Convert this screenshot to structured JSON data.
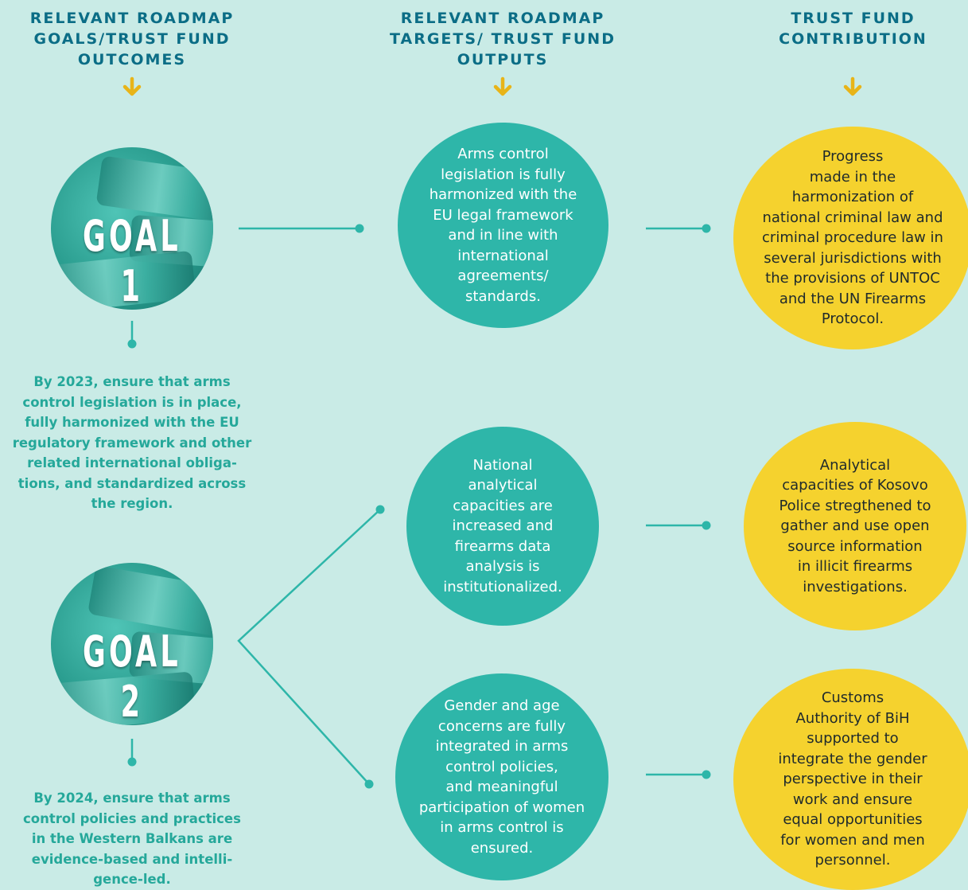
{
  "headers": {
    "col1": "RELEVANT ROADMAP\nGOALS/TRUST FUND\nOUTCOMES",
    "col2": "RELEVANT ROADMAP\nTARGETS/ TRUST FUND\nOUTPUTS",
    "col3": "TRUST FUND\nCONTRIBUTION"
  },
  "goals": [
    {
      "label": "GOAL 1",
      "text": "By 2023, ensure that arms\ncontrol legislation is in place,\nfully harmonized with the EU\nregulatory framework and other\nrelated international obliga-\ntions, and standardized across\nthe region."
    },
    {
      "label": "GOAL 2",
      "text": "By 2024, ensure that arms\ncontrol policies and practices\nin the Western Balkans are\nevidence-based and intelli-\ngence-led."
    }
  ],
  "targets": [
    "Arms control\nlegislation is fully\nharmonized with the\nEU legal framework\nand in line with\ninternational\nagreements/\nstandards.",
    "National\nanalytical\ncapacities are\nincreased and\nfirearms data\nanalysis is\ninstitutionalized.",
    "Gender and age\nconcerns are fully\nintegrated in arms\ncontrol policies,\nand meaningful\nparticipation of women\nin arms control is\nensured."
  ],
  "contributions": [
    "Progress\nmade in the\nharmonization of\nnational criminal law and\ncriminal procedure law in\nseveral jurisdictions with\nthe provisions of UNTOC\nand the UN Firearms\nProtocol.",
    "Analytical\ncapacities of Kosovo\nPolice stregthened to\ngather and use open\nsource information\nin illicit firearms\ninvestigations.",
    "Customs\nAuthority of BiH\nsupported to\nintegrate the gender\nperspective in their\nwork and ensure\nequal opportunities\nfor women and men\npersonnel."
  ],
  "colors": {
    "background": "#c9ebe6",
    "header": "#0b6d86",
    "teal": "#2eb6a9",
    "yellow": "#f5d22e",
    "arrow": "#e8b418",
    "goal_text": "#25a89a"
  }
}
